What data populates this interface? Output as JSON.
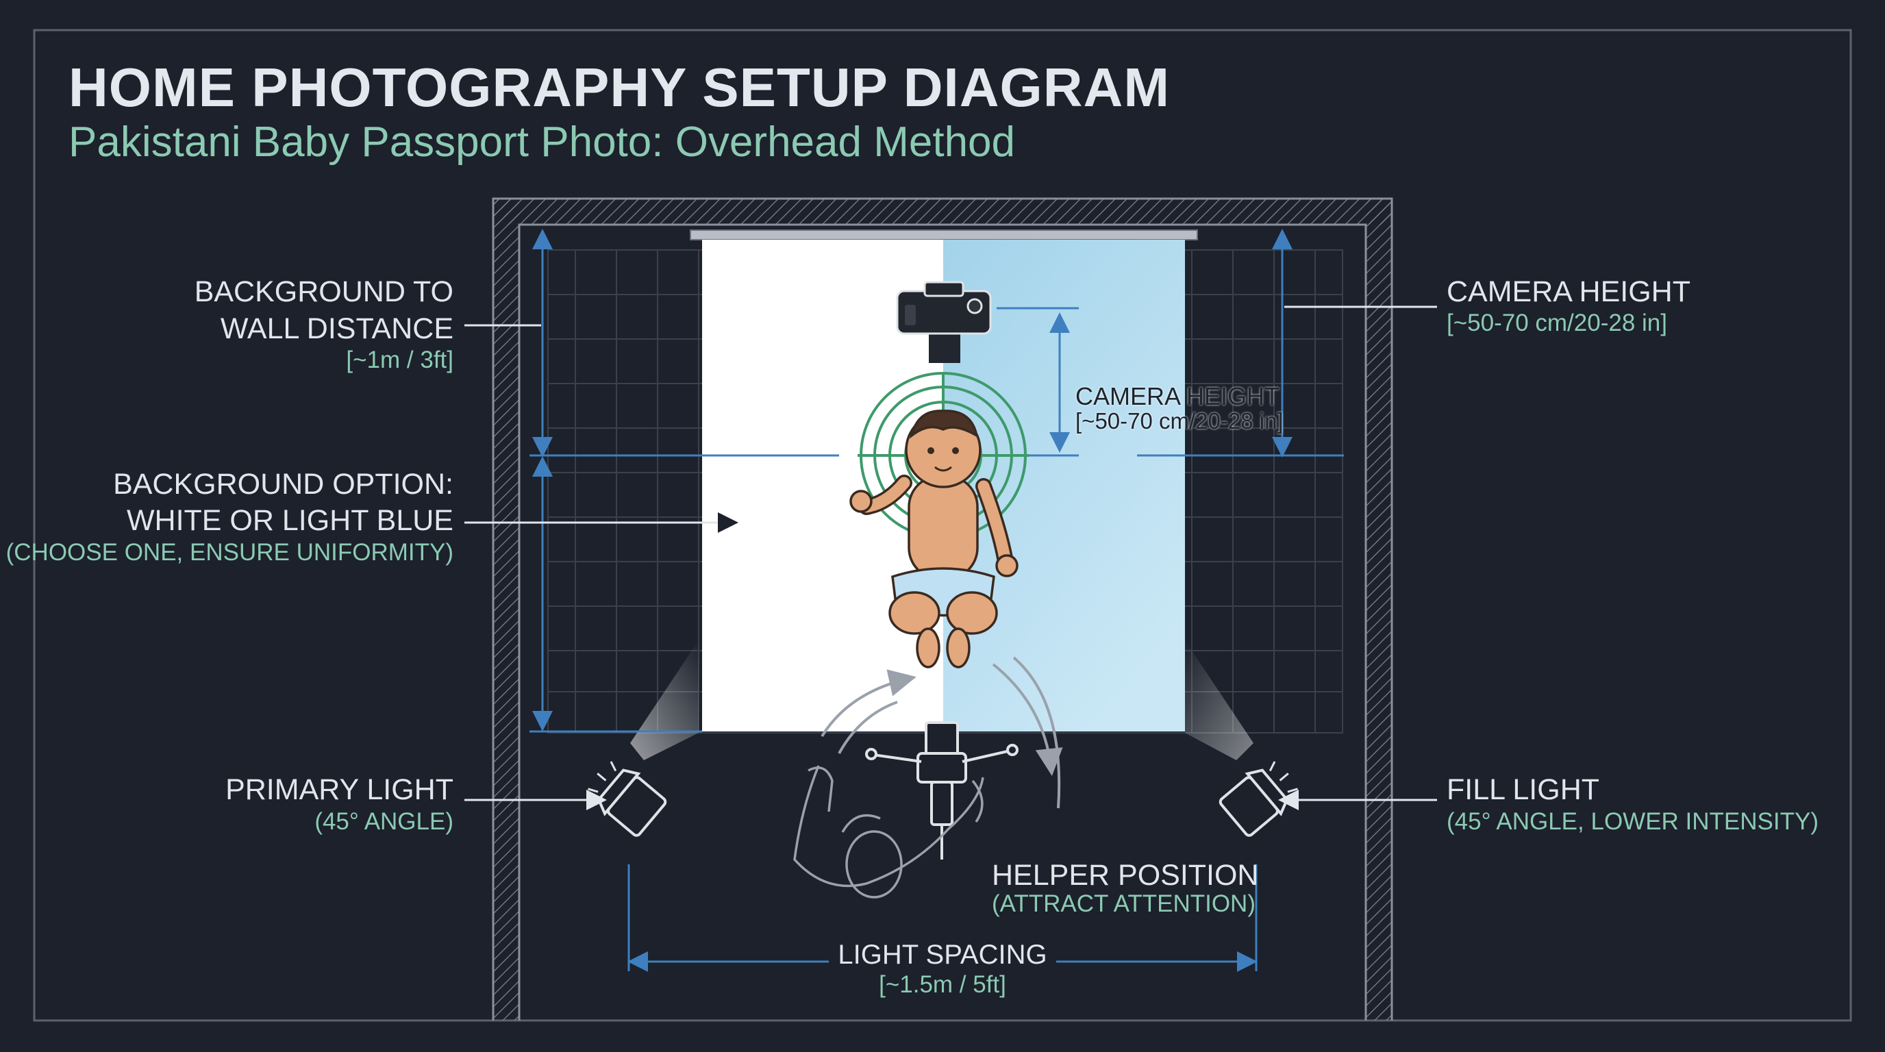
{
  "header": {
    "title": "HOME PHOTOGRAPHY SETUP DIAGRAM",
    "subtitle": "Pakistani Baby Passport Photo: Overhead Method"
  },
  "callouts": {
    "bg_wall": {
      "line1": "BACKGROUND TO",
      "line2": "WALL DISTANCE",
      "detail": "[~1m / 3ft]"
    },
    "bg_option": {
      "line1": "BACKGROUND OPTION:",
      "line2": "WHITE OR LIGHT BLUE",
      "detail": "(CHOOSE ONE, ENSURE UNIFORMITY)"
    },
    "primary_light": {
      "label": "PRIMARY LIGHT",
      "detail": "(45° ANGLE)"
    },
    "camera_height_right": {
      "label": "CAMERA HEIGHT",
      "detail": "[~50-70 cm/20-28 in]"
    },
    "camera_height_center": {
      "label": "CAMERA HEIGHT",
      "detail": "[~50-70 cm/20-28 in]"
    },
    "fill_light": {
      "label": "FILL LIGHT",
      "detail": "(45° ANGLE, LOWER INTENSITY)"
    },
    "helper": {
      "label": "HELPER POSITION",
      "detail": "(ATTRACT ATTENTION)"
    },
    "light_spacing": {
      "label": "LIGHT SPACING",
      "detail": "[~1.5m / 5ft]"
    }
  },
  "colors": {
    "background": "#1c212b",
    "white_backdrop": "#ffffff",
    "blue_backdrop": "#a9d8ef",
    "dimension_lines": "#3f7fbf",
    "target_rings": "#3e9a6b",
    "accent_text": "#8ccab3"
  },
  "icons": [
    "camera-icon",
    "baby-figure",
    "tripod-icon",
    "helper-figure",
    "primary-light-icon",
    "fill-light-icon",
    "focus-target-icon"
  ]
}
